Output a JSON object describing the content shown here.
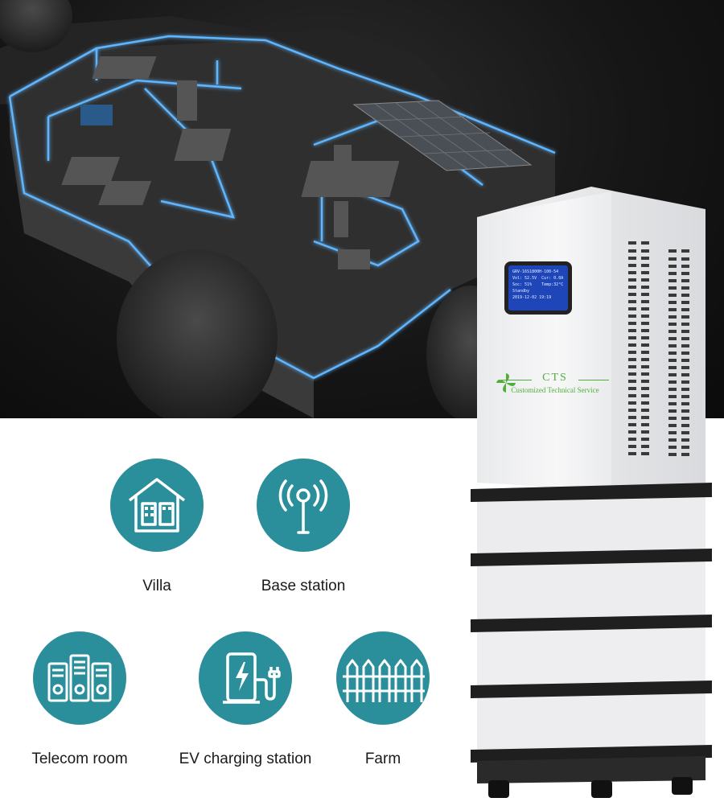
{
  "brand": {
    "name": "CTS",
    "tagline": "Customized Technical Service",
    "color_green": "#4fae3a"
  },
  "display": {
    "lines": [
      "GRV-16S1800H-100-54",
      "Vol: 52.5V  Cur: 0.0A",
      "Soc: 51%    Temp:32°C",
      "Standby",
      "2019-12-02 19:19"
    ],
    "color": "#1e46b8"
  },
  "applications": [
    {
      "label": "Villa",
      "icon": "house-icon"
    },
    {
      "label": "Base station",
      "icon": "antenna-icon"
    },
    {
      "label": "Telecom room",
      "icon": "server-rack-icon"
    },
    {
      "label": "EV charging station",
      "icon": "ev-charger-icon"
    },
    {
      "label": "Farm",
      "icon": "fence-icon"
    }
  ],
  "colors": {
    "accent_teal": "#2a8e9b",
    "glow_blue": "#5fb6ff",
    "scene_dark": "#161616"
  }
}
